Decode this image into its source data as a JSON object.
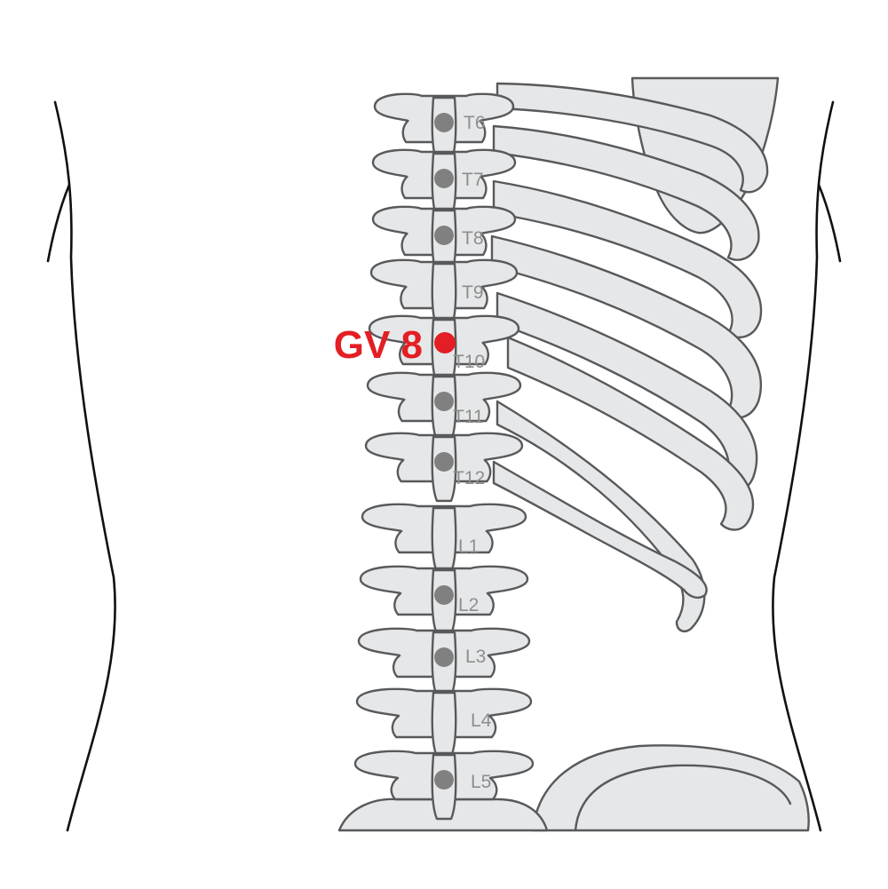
{
  "figure": {
    "highlight_point": {
      "label": "GV 8",
      "color": "#e31e24"
    },
    "marker_color": "#808080",
    "vertebrae": [
      {
        "label": "T6",
        "marker": true
      },
      {
        "label": "T7",
        "marker": true
      },
      {
        "label": "T8",
        "marker": true
      },
      {
        "label": "T9",
        "marker": false
      },
      {
        "label": "T10",
        "marker": false
      },
      {
        "label": "T11",
        "marker": true
      },
      {
        "label": "T12",
        "marker": true
      },
      {
        "label": "L1",
        "marker": false
      },
      {
        "label": "L2",
        "marker": true
      },
      {
        "label": "L3",
        "marker": true
      },
      {
        "label": "L4",
        "marker": false
      },
      {
        "label": "L5",
        "marker": true
      }
    ]
  }
}
